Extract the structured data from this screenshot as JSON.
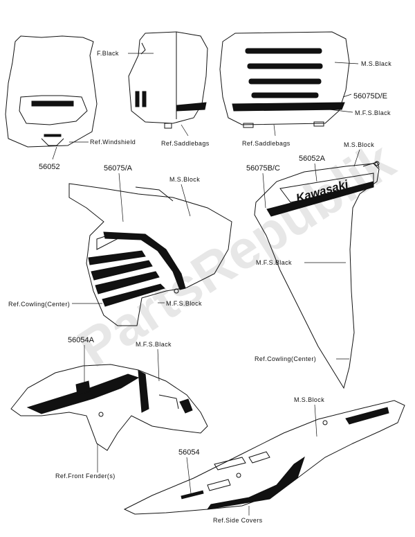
{
  "watermark": "PartsRepublik",
  "brand_text": "Kawasaki",
  "colors": {
    "line": "#111111",
    "black_part": "#111111",
    "watermark": "#d4d4d4",
    "background": "#ffffff"
  },
  "labels": {
    "f_black": "F.Black",
    "ms_black_saddlebag": "M.S.Black",
    "part_56075de": "56075D/E",
    "mfs_black_saddlebag": "M.F.S.Black",
    "ref_windshield": "Ref.Windshield",
    "ref_saddlebags_left": "Ref.Saddlebags",
    "ref_saddlebags_right": "Ref.Saddlebags",
    "part_56052": "56052",
    "part_56075a": "56075/A",
    "ms_black_cowl_left": "M.S.Block",
    "part_56075bc": "56075B/C",
    "part_56052a": "56052A",
    "ms_black_cowl_right": "M.S.Block",
    "mfs_black_cowl_right": "M.F.S.Black",
    "ref_cowling_center_left": "Ref.Cowling(Center)",
    "mfs_black_cowl_left": "M.F.S.Block",
    "part_56054a": "56054A",
    "mfs_black_fender": "M.F.S.Black",
    "ref_cowling_center_right": "Ref.Cowling(Center)",
    "ms_black_sidecover": "M.S.Block",
    "part_56054": "56054",
    "ref_front_fender": "Ref.Front Fender(s)",
    "ref_side_covers": "Ref.Side Covers"
  }
}
